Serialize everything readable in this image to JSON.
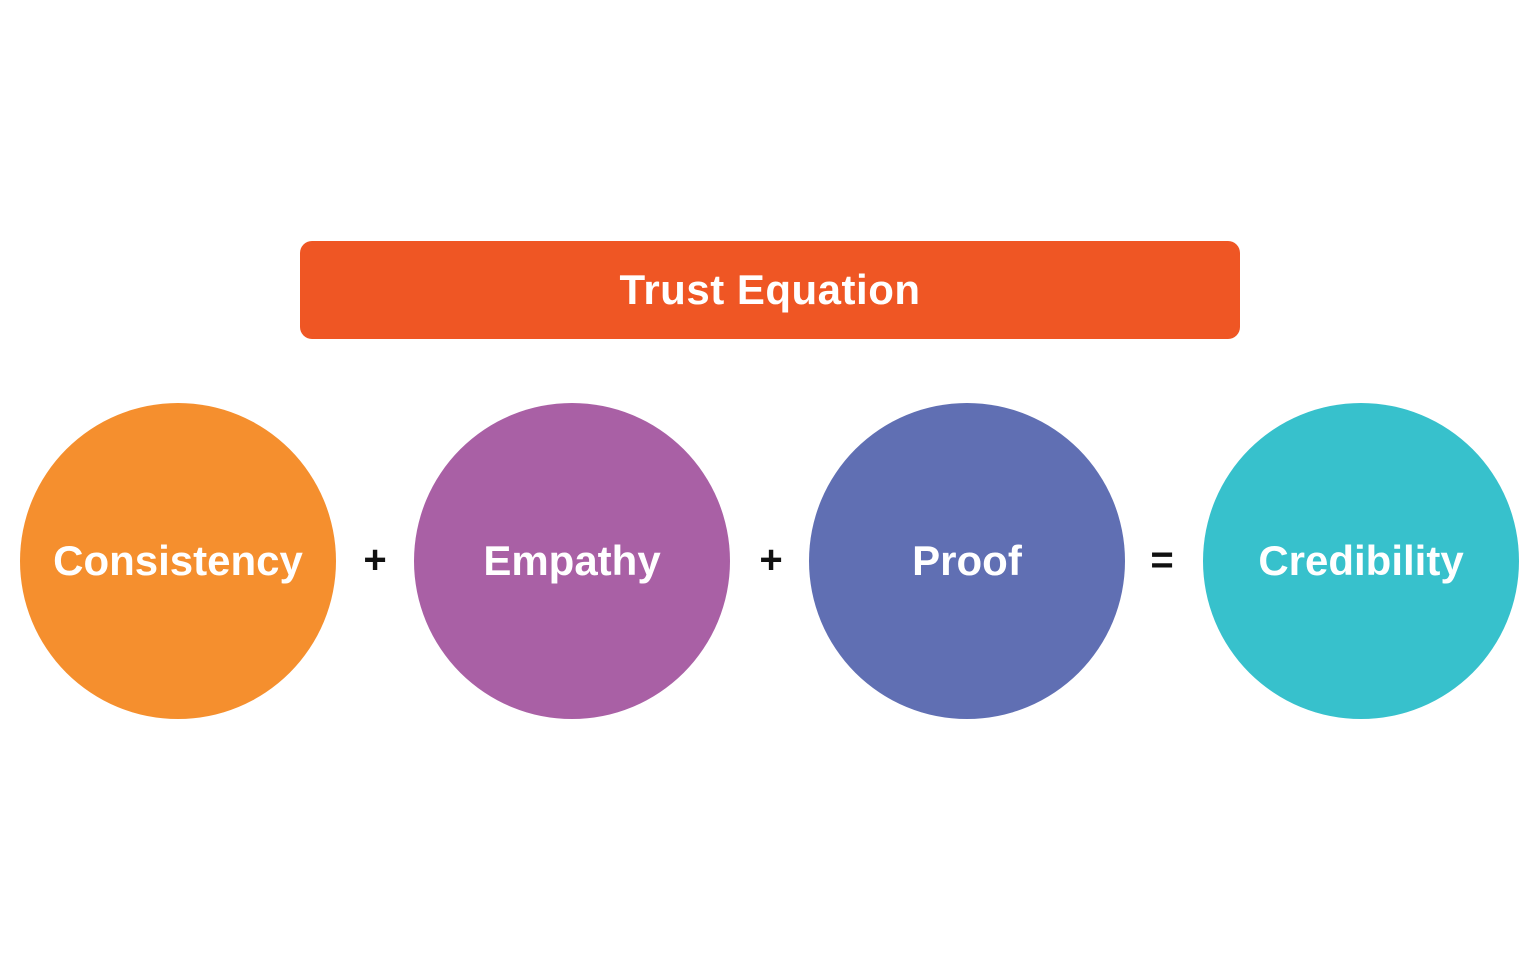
{
  "title": "Trust Equation",
  "colors": {
    "banner": "#EF5624",
    "consistency": "#F58F2E",
    "empathy": "#A960A5",
    "proof": "#606FB3",
    "credibility": "#37C1CC"
  },
  "terms": [
    {
      "label": "Consistency"
    },
    {
      "label": "Empathy"
    },
    {
      "label": "Proof"
    },
    {
      "label": "Credibility"
    }
  ],
  "operators": [
    "+",
    "+",
    "="
  ]
}
